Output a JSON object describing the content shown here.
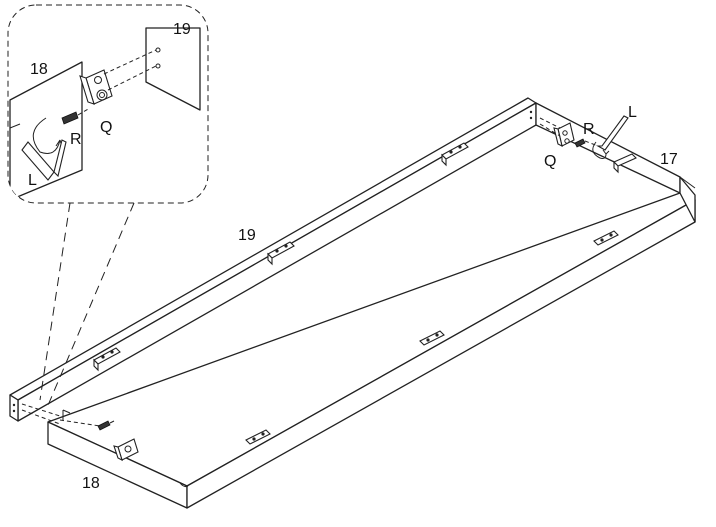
{
  "labels": {
    "part_19_inset": "19",
    "part_18_inset": "18",
    "part_R_inset": "R",
    "part_Q_inset": "Q",
    "part_L_inset": "L",
    "part_L_main": "L",
    "part_R_main": "R",
    "part_Q_main": "Q",
    "part_17": "17",
    "part_19_main": "19",
    "part_18_main": "18"
  }
}
